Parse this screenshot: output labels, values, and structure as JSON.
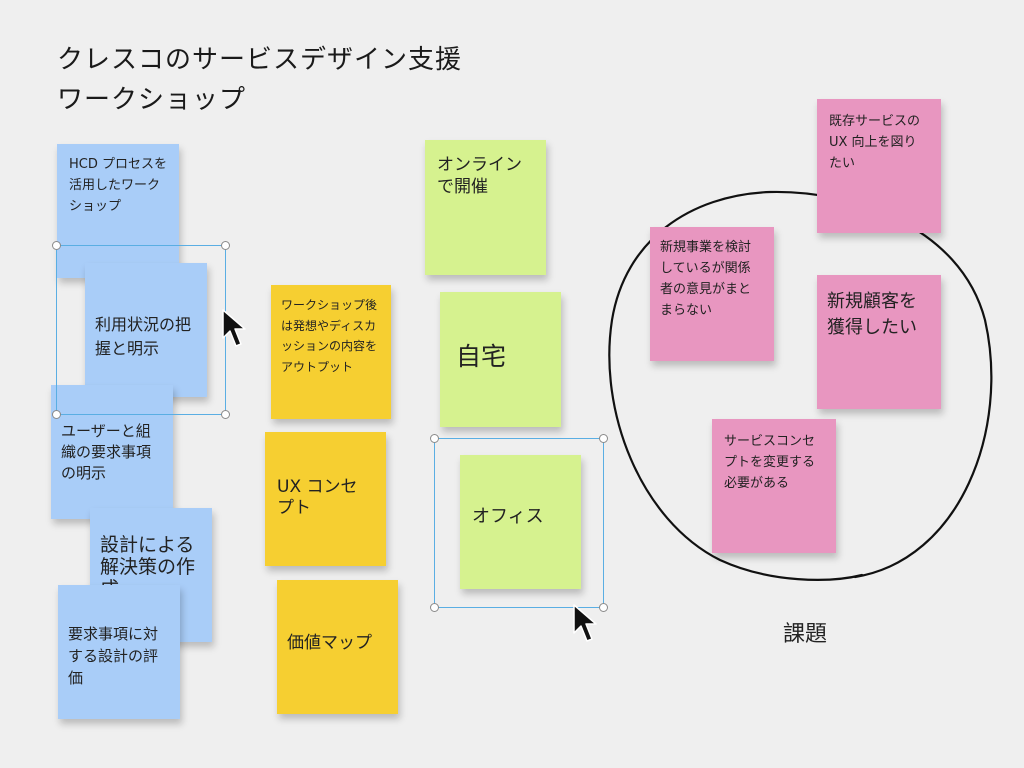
{
  "board": {
    "title_line1": "クレスコのサービスデザイン支援",
    "title_line2": "ワークショップ",
    "issues_label": "課題"
  },
  "notes": {
    "blue_1": "HCD プロセスを活用したワークショップ",
    "blue_2": "利用状況の把握と明示",
    "blue_3": "ユーザーと組織の要求事項の明示",
    "blue_4": "設計による解決策の作成",
    "blue_5": "要求事項に対する設計の評価",
    "yellow_1": "ワークショップ後は発想やディスカッションの内容をアウトプット",
    "yellow_2": "UX コンセプト",
    "yellow_3": "価値マップ",
    "green_1": "オンラインで開催",
    "green_2": "自宅",
    "green_3": "オフィス",
    "pink_1": "既存サービスの UX 向上を図りたい",
    "pink_2": "新規事業を検討しているが関係者の意見がまとまらない",
    "pink_3": "新規顧客を獲得したい",
    "pink_4": "サービスコンセプトを変更する必要がある"
  },
  "colors": {
    "blue": "#a9cdf8",
    "yellow": "#f6cf31",
    "green": "#d6f28f",
    "pink": "#e896c0",
    "selection": "#5aaee3"
  },
  "icons": {
    "pointer": "cursor-arrow-icon"
  }
}
